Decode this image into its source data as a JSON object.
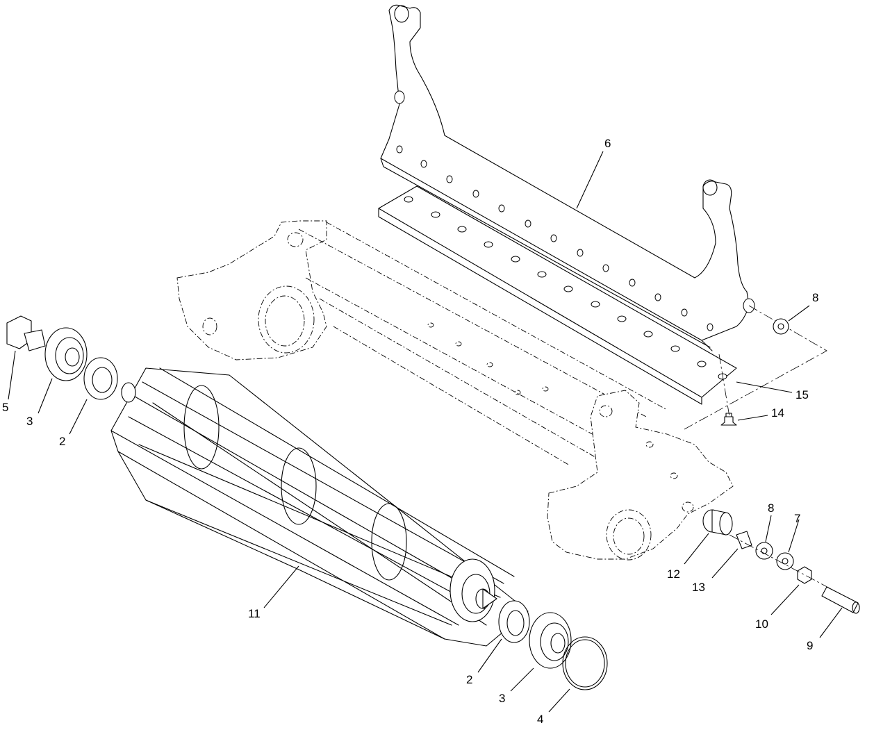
{
  "callouts": [
    {
      "id": "c6",
      "label": "6"
    },
    {
      "id": "c8a",
      "label": "8"
    },
    {
      "id": "c15",
      "label": "15"
    },
    {
      "id": "c14",
      "label": "14"
    },
    {
      "id": "c5",
      "label": "5"
    },
    {
      "id": "c3a",
      "label": "3"
    },
    {
      "id": "c2a",
      "label": "2"
    },
    {
      "id": "c11",
      "label": "11"
    },
    {
      "id": "c2b",
      "label": "2"
    },
    {
      "id": "c3b",
      "label": "3"
    },
    {
      "id": "c4",
      "label": "4"
    },
    {
      "id": "c12",
      "label": "12"
    },
    {
      "id": "c13",
      "label": "13"
    },
    {
      "id": "c8b",
      "label": "8"
    },
    {
      "id": "c7",
      "label": "7"
    },
    {
      "id": "c10",
      "label": "10"
    },
    {
      "id": "c9",
      "label": "9"
    }
  ]
}
